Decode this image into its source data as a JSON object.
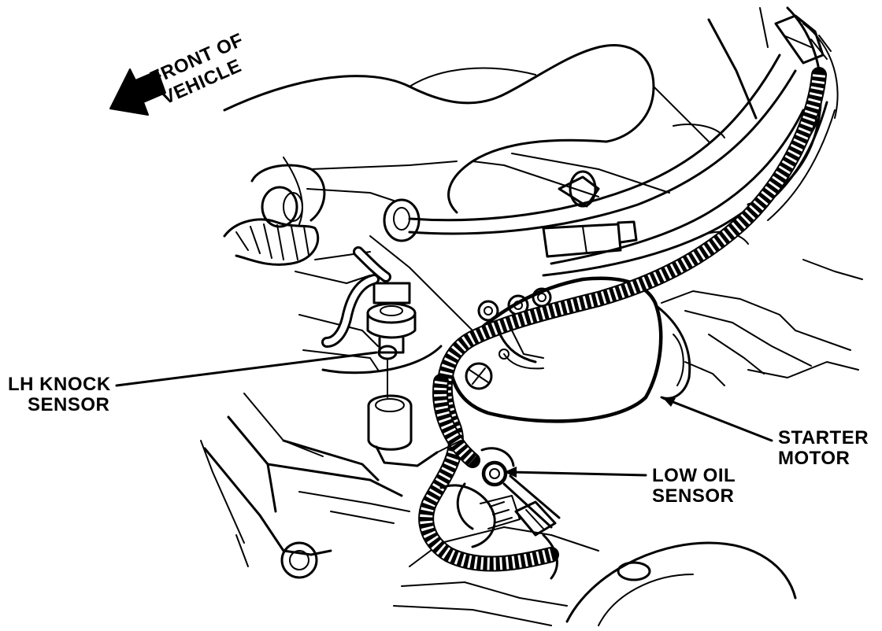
{
  "labels": {
    "front_of_vehicle": [
      "FRONT OF",
      "VEHICLE"
    ],
    "lh_knock_sensor": [
      "LH KNOCK",
      "SENSOR"
    ],
    "starter_motor": [
      "STARTER",
      "MOTOR"
    ],
    "low_oil_sensor": [
      "LOW OIL",
      "SENSOR"
    ]
  },
  "colors": {
    "ink": "#000000",
    "paper": "#ffffff"
  }
}
